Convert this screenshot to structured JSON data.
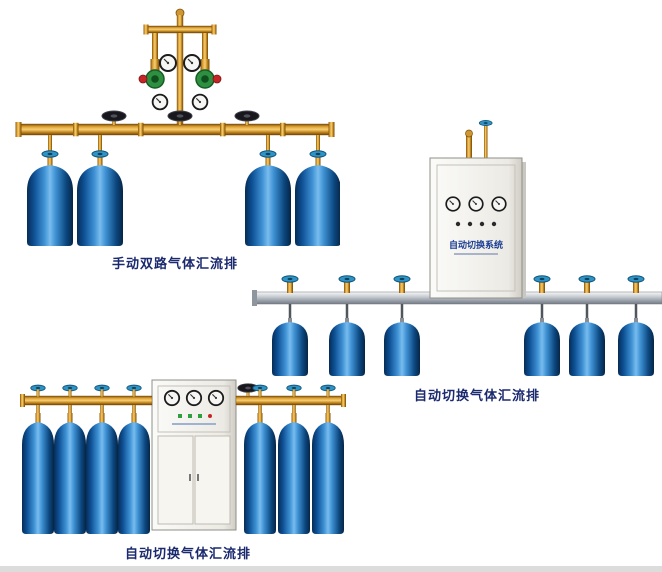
{
  "page": {
    "background": "#ffffff"
  },
  "figures": [
    {
      "id": "manual-dual-gas-manifold",
      "caption": "手动双路气体汇流排",
      "cylinders": 4
    },
    {
      "id": "auto-switch-gas-manifold-wall",
      "caption": "自动切换气体汇流排",
      "cabinet_label": "自动切换系统",
      "cylinders": 6
    },
    {
      "id": "auto-switch-gas-manifold-floor",
      "caption": "自动切换气体汇流排",
      "cylinders": 7
    }
  ],
  "colors": {
    "caption_text": "#1b2a6e",
    "brass": "#d89a2e",
    "cylinder_blue": "#1565b0",
    "pipe_silver": "#b9bec5",
    "cabinet_white": "#f2f1ec"
  }
}
